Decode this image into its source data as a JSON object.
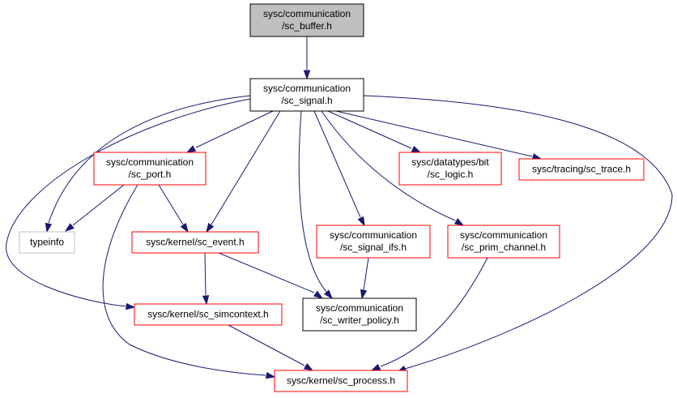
{
  "colors": {
    "edge": "#191970",
    "focus_fill": "#bfbfbf",
    "border_normal": "#000000",
    "border_truncated": "#ff0000",
    "border_external": "#bfbfbf"
  },
  "nodes": [
    {
      "id": "sc_buffer",
      "lines": [
        "sysc/communication",
        "/sc_buffer.h"
      ],
      "style": "focus"
    },
    {
      "id": "sc_signal",
      "lines": [
        "sysc/communication",
        "/sc_signal.h"
      ],
      "style": "normal"
    },
    {
      "id": "sc_port",
      "lines": [
        "sysc/communication",
        "/sc_port.h"
      ],
      "style": "truncated"
    },
    {
      "id": "sc_logic",
      "lines": [
        "sysc/datatypes/bit",
        "/sc_logic.h"
      ],
      "style": "truncated"
    },
    {
      "id": "sc_trace",
      "lines": [
        "sysc/tracing/sc_trace.h"
      ],
      "style": "truncated"
    },
    {
      "id": "typeinfo",
      "lines": [
        "typeinfo"
      ],
      "style": "external"
    },
    {
      "id": "sc_event",
      "lines": [
        "sysc/kernel/sc_event.h"
      ],
      "style": "truncated"
    },
    {
      "id": "sc_signal_ifs",
      "lines": [
        "sysc/communication",
        "/sc_signal_ifs.h"
      ],
      "style": "truncated"
    },
    {
      "id": "sc_prim_channel",
      "lines": [
        "sysc/communication",
        "/sc_prim_channel.h"
      ],
      "style": "truncated"
    },
    {
      "id": "sc_simcontext",
      "lines": [
        "sysc/kernel/sc_simcontext.h"
      ],
      "style": "truncated"
    },
    {
      "id": "sc_writer_policy",
      "lines": [
        "sysc/communication",
        "/sc_writer_policy.h"
      ],
      "style": "normal"
    },
    {
      "id": "sc_process",
      "lines": [
        "sysc/kernel/sc_process.h"
      ],
      "style": "truncated"
    }
  ],
  "edges": [
    {
      "from": "sc_buffer",
      "to": "sc_signal"
    },
    {
      "from": "sc_signal",
      "to": "sc_port"
    },
    {
      "from": "sc_signal",
      "to": "typeinfo"
    },
    {
      "from": "sc_signal",
      "to": "sc_event"
    },
    {
      "from": "sc_signal",
      "to": "sc_writer_policy"
    },
    {
      "from": "sc_signal",
      "to": "sc_signal_ifs"
    },
    {
      "from": "sc_signal",
      "to": "sc_logic"
    },
    {
      "from": "sc_signal",
      "to": "sc_trace"
    },
    {
      "from": "sc_signal",
      "to": "sc_prim_channel"
    },
    {
      "from": "sc_signal",
      "to": "sc_simcontext"
    },
    {
      "from": "sc_signal",
      "to": "sc_process"
    },
    {
      "from": "sc_port",
      "to": "typeinfo"
    },
    {
      "from": "sc_port",
      "to": "sc_event"
    },
    {
      "from": "sc_port",
      "to": "sc_process"
    },
    {
      "from": "sc_event",
      "to": "sc_simcontext"
    },
    {
      "from": "sc_event",
      "to": "sc_writer_policy"
    },
    {
      "from": "sc_signal_ifs",
      "to": "sc_writer_policy"
    },
    {
      "from": "sc_prim_channel",
      "to": "sc_process"
    },
    {
      "from": "sc_simcontext",
      "to": "sc_process"
    }
  ]
}
